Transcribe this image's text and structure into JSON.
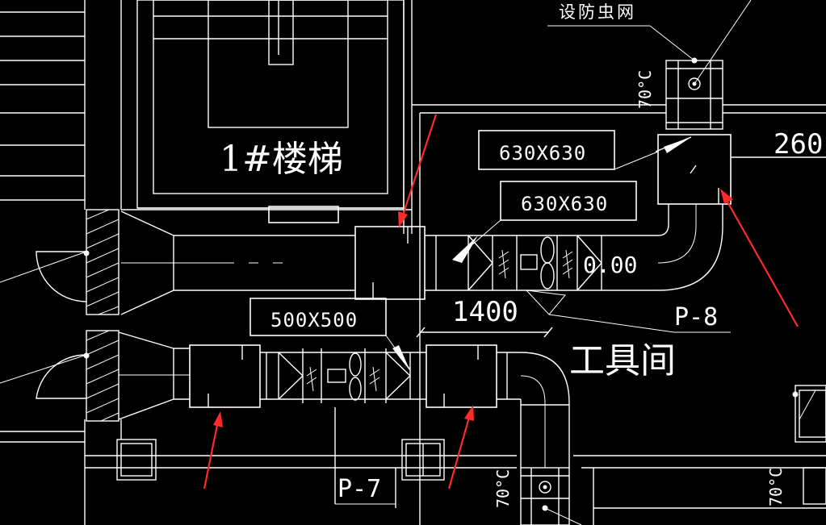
{
  "labels": {
    "insect_screen": "设防虫网",
    "stair": "1#楼梯",
    "tool_room": "工具间",
    "duct_upper_1": "630X630",
    "duct_upper_2": "630X630",
    "duct_lower": "500X500",
    "dim_1400": "1400",
    "elevation": "0.00",
    "dim_260": "260",
    "system_p8": "P-8",
    "system_p7": "P-7",
    "fire_damper_temp_1": "70°C",
    "fire_damper_temp_2": "70°C",
    "fire_damper_temp_3": "70°C"
  },
  "colors": {
    "background": "#000000",
    "linework": "#ffffff",
    "annotation_arrows": "#ff2a2a"
  }
}
